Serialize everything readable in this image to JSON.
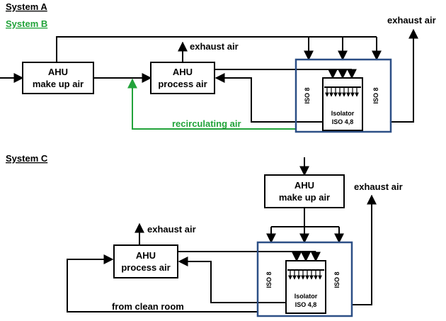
{
  "headings": {
    "system_a": "System A",
    "system_b": "System B",
    "system_c": "System C"
  },
  "system_ab": {
    "ahu_makeup": {
      "line1": "AHU",
      "line2": "make up air"
    },
    "ahu_process": {
      "line1": "AHU",
      "line2": "process air"
    },
    "exhaust_top_right": "exhaust air",
    "exhaust_process": "exhaust air",
    "recirculating": "recirculating air",
    "iso_left": "ISO 8",
    "iso_right": "ISO 8",
    "isolator": {
      "line1": "Isolator",
      "line2": "ISO 4,8"
    }
  },
  "system_c": {
    "ahu_makeup": {
      "line1": "AHU",
      "line2": "make up air"
    },
    "ahu_process": {
      "line1": "AHU",
      "line2": "process air"
    },
    "exhaust_right": "exhaust air",
    "exhaust_process": "exhaust air",
    "from_clean_room": "from clean room",
    "iso_left": "ISO 8",
    "iso_right": "ISO 8",
    "isolator": {
      "line1": "Isolator",
      "line2": "ISO 4,8"
    }
  },
  "colors": {
    "line": "#000000",
    "recirculating": "#22a33a",
    "clean_room_border": "#2c4f86"
  }
}
